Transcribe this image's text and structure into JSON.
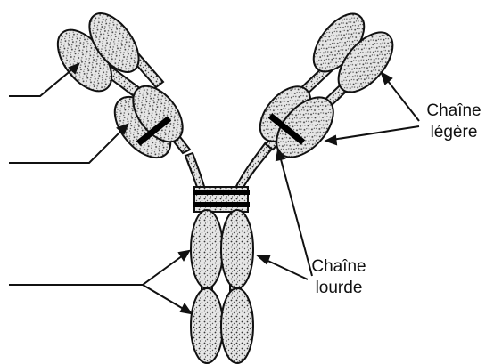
{
  "labels": {
    "light_chain": {
      "line1": "Chaîne",
      "line2": "légère"
    },
    "heavy_chain": {
      "line1": "Chaîne",
      "line2": "lourde"
    }
  },
  "colors": {
    "ink": "#111111",
    "fill": "#d8d8d8",
    "background": "#ffffff"
  }
}
